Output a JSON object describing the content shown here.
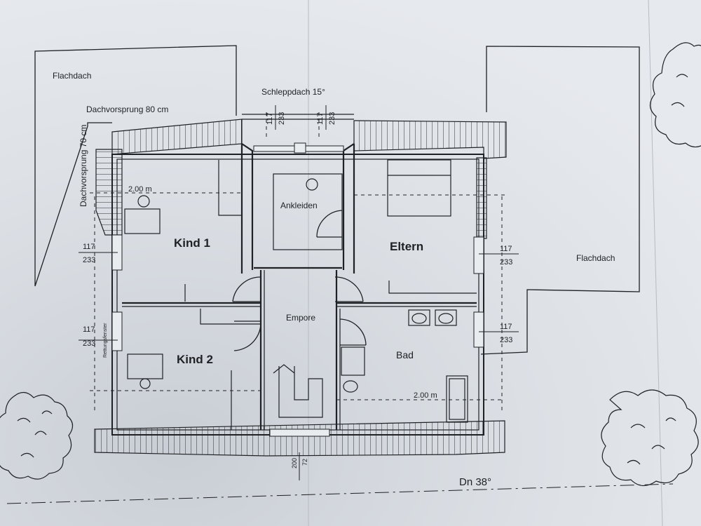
{
  "labels": {
    "flachdach_left": "Flachdach",
    "flachdach_right": "Flachdach",
    "schleppdach": "Schleppdach 15°",
    "dachvorsprung_80": "Dachvorsprung 80 cm",
    "dachvorsprung_70": "Dachvorsprung 70 cm",
    "dn": "Dn 38°",
    "rettungsfenster": "Rettungsfenster",
    "width_left": "2.00 m",
    "width_right": "2.00 m"
  },
  "rooms": {
    "kind1": "Kind 1",
    "kind2": "Kind 2",
    "eltern": "Eltern",
    "ankleiden": "Ankleiden",
    "empore": "Empore",
    "bad": "Bad"
  },
  "dims": {
    "top_a_1": "117",
    "top_a_2": "233",
    "top_b_1": "117",
    "top_b_2": "233",
    "left_1_1": "117",
    "left_1_2": "233",
    "left_2_1": "117",
    "left_2_2": "233",
    "right_1_1": "117",
    "right_1_2": "233",
    "right_2_1": "117",
    "right_2_2": "233",
    "bottom_1": "200",
    "bottom_2": "72"
  }
}
